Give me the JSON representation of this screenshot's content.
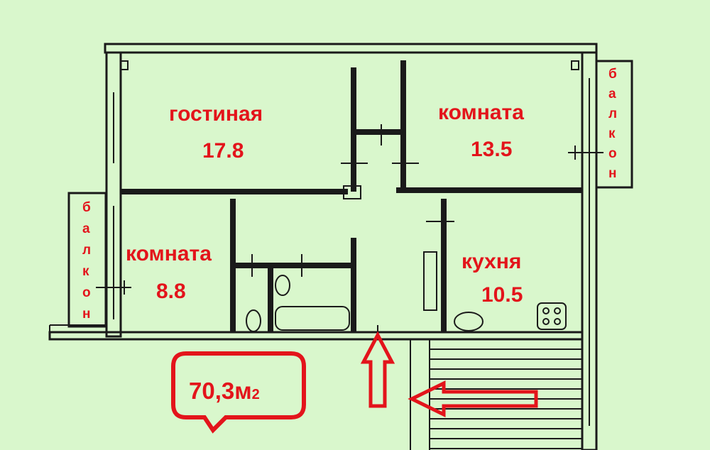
{
  "plan": {
    "total_area": "70,3м",
    "total_area_sup": "2",
    "rooms": [
      {
        "name": "гостиная",
        "area": "17.8"
      },
      {
        "name": "комната",
        "area": "13.5"
      },
      {
        "name": "комната",
        "area": "8.8"
      },
      {
        "name": "кухня",
        "area": "10.5"
      }
    ],
    "balcony_left": [
      "б",
      "а",
      "л",
      "к",
      "о",
      "н"
    ],
    "balcony_right": [
      "б",
      "а",
      "л",
      "к",
      "о",
      "н"
    ]
  },
  "colors": {
    "background": "#d9f7cc",
    "label": "#e3141b",
    "wall": "#1a1a1a"
  }
}
